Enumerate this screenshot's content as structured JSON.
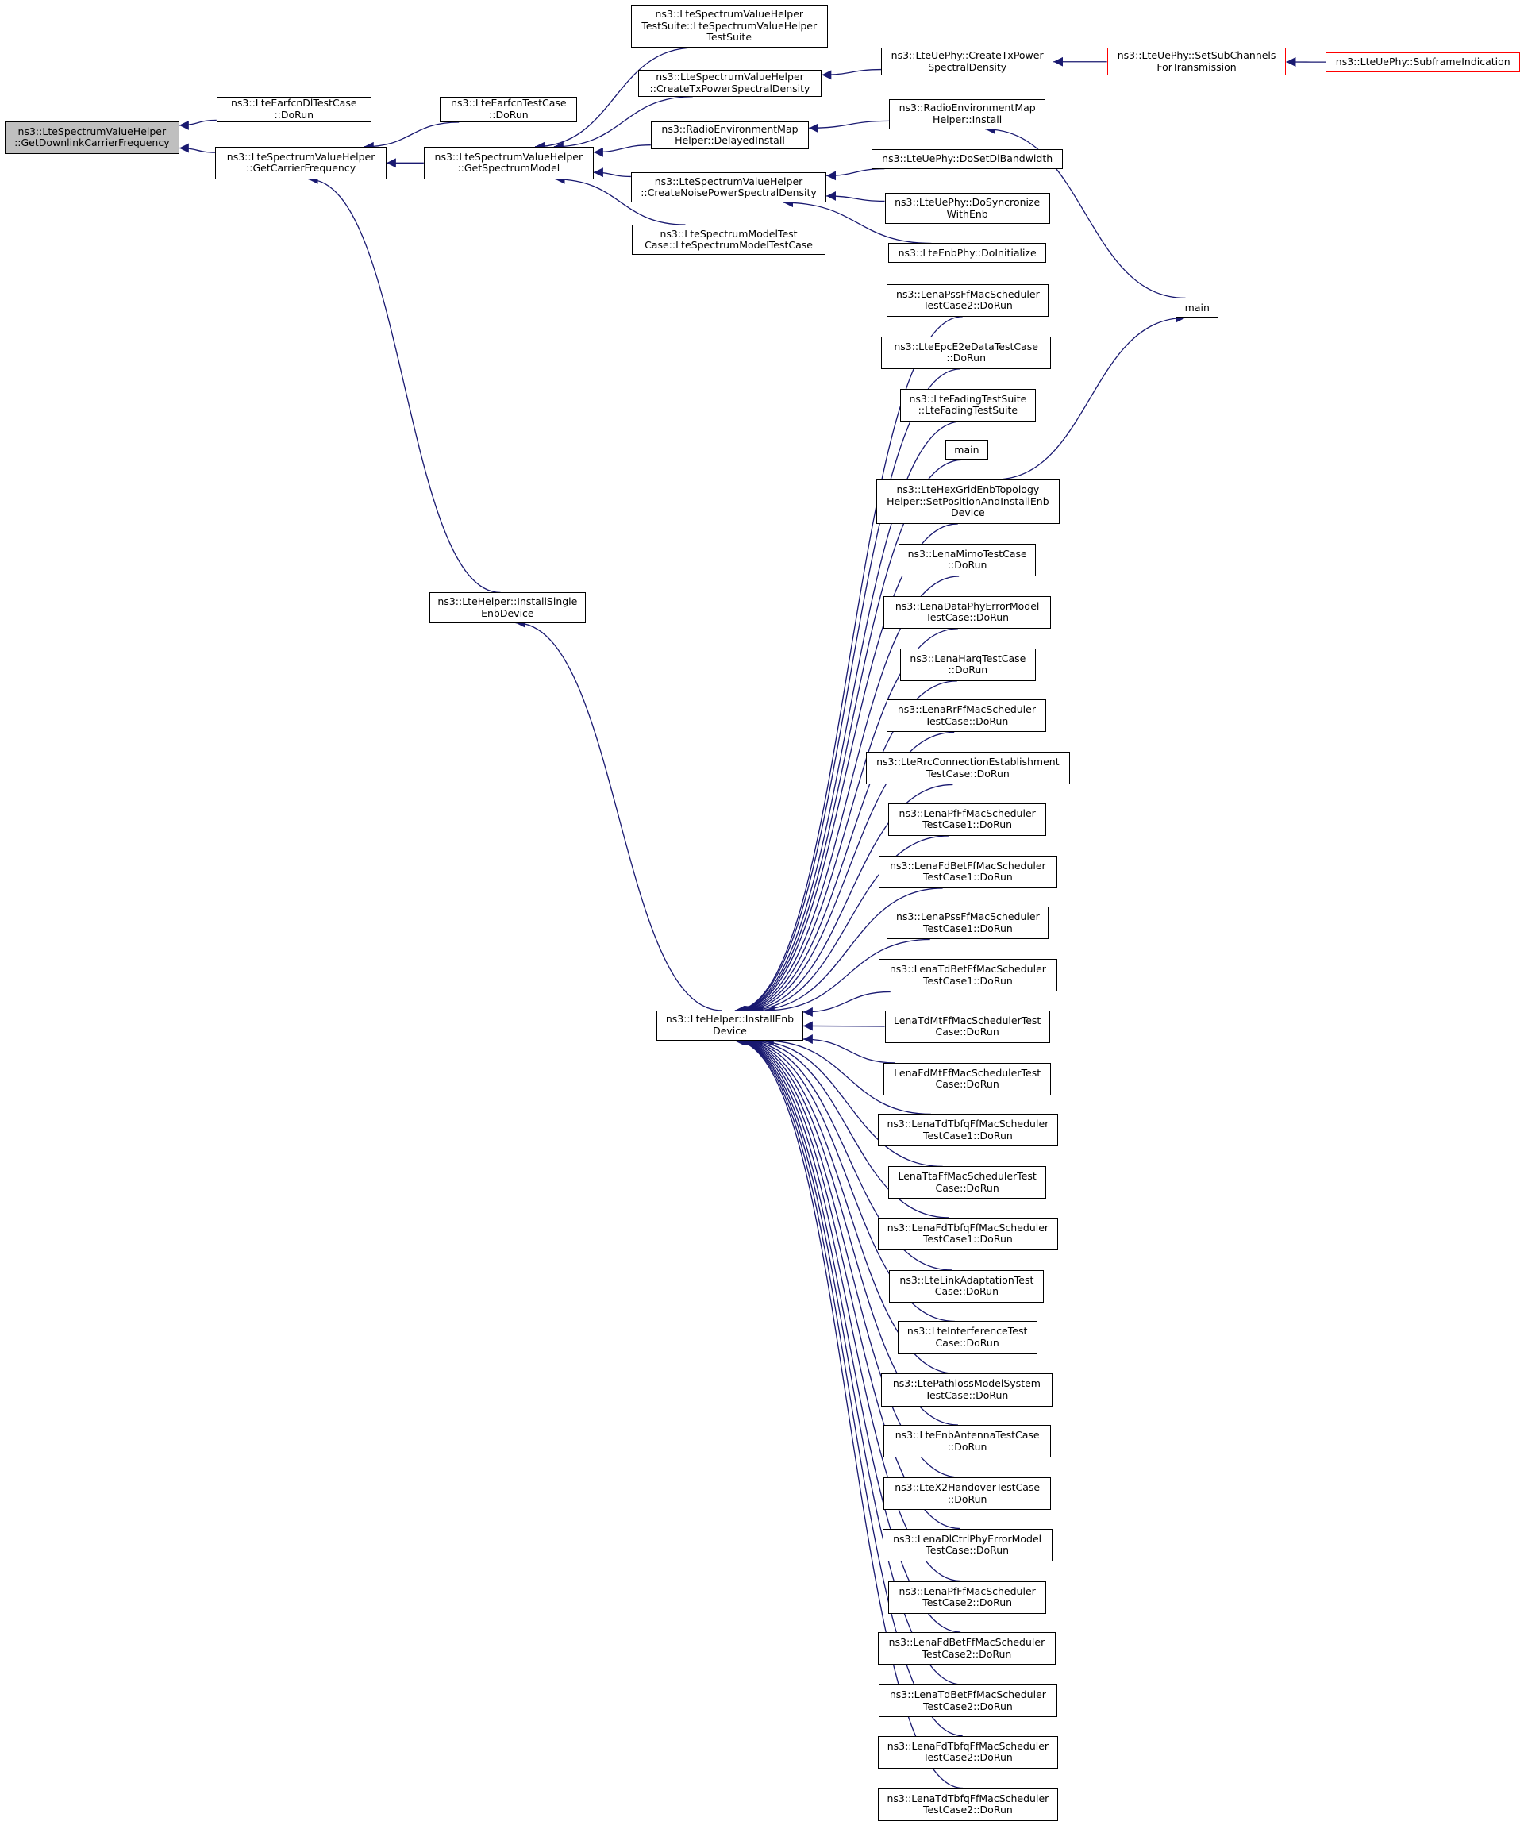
{
  "colors": {
    "edge": "#191970",
    "box_border": "#000000",
    "truncated_border": "#ff0000",
    "focus_fill": "#bfbfbf",
    "background": "#ffffff"
  },
  "nodes": {
    "n0": [
      "ns3::LteSpectrumValueHelper",
      "::GetDownlinkCarrierFrequency"
    ],
    "n1": [
      "ns3::LteEarfcnDlTestCase",
      "::DoRun"
    ],
    "n2": [
      "ns3::LteSpectrumValueHelper",
      "::GetCarrierFrequency"
    ],
    "n3": [
      "ns3::LteEarfcnTestCase",
      "::DoRun"
    ],
    "n4": [
      "ns3::LteSpectrumValueHelper",
      "::GetSpectrumModel"
    ],
    "n5": [
      "ns3::LteHelper::InstallSingle",
      "EnbDevice"
    ],
    "n6": [
      "ns3::LteSpectrumValueHelper",
      "TestSuite::LteSpectrumValueHelper",
      "TestSuite"
    ],
    "n7": [
      "ns3::LteSpectrumValueHelper",
      "::CreateTxPowerSpectralDensity"
    ],
    "n8": [
      "ns3::RadioEnvironmentMap",
      "Helper::DelayedInstall"
    ],
    "n9": [
      "ns3::LteSpectrumValueHelper",
      "::CreateNoisePowerSpectralDensity"
    ],
    "n10": [
      "ns3::LteSpectrumModelTest",
      "Case::LteSpectrumModelTestCase"
    ],
    "n11": [
      "ns3::LteUePhy::CreateTxPower",
      "SpectralDensity"
    ],
    "n12": [
      "ns3::LteUePhy::SetSubChannels",
      "ForTransmission"
    ],
    "n13": [
      "ns3::LteUePhy::SubframeIndication"
    ],
    "n14": [
      "ns3::RadioEnvironmentMap",
      "Helper::Install"
    ],
    "n15": [
      "ns3::LteUePhy::DoSetDlBandwidth"
    ],
    "n16": [
      "ns3::LteUePhy::DoSyncronize",
      "WithEnb"
    ],
    "n17": [
      "ns3::LteEnbPhy::DoInitialize"
    ],
    "n18": [
      "main"
    ],
    "n19": [
      "ns3::LteHelper::InstallEnb",
      "Device"
    ],
    "c0": [
      "ns3::LenaPssFfMacScheduler",
      "TestCase2::DoRun"
    ],
    "c1": [
      "ns3::LteEpcE2eDataTestCase",
      "::DoRun"
    ],
    "c2": [
      "ns3::LteFadingTestSuite",
      "::LteFadingTestSuite"
    ],
    "c3": [
      "main"
    ],
    "c4": [
      "ns3::LteHexGridEnbTopology",
      "Helper::SetPositionAndInstallEnb",
      "Device"
    ],
    "c5": [
      "ns3::LenaMimoTestCase",
      "::DoRun"
    ],
    "c6": [
      "ns3::LenaDataPhyErrorModel",
      "TestCase::DoRun"
    ],
    "c7": [
      "ns3::LenaHarqTestCase",
      "::DoRun"
    ],
    "c8": [
      "ns3::LenaRrFfMacScheduler",
      "TestCase::DoRun"
    ],
    "c9": [
      "ns3::LteRrcConnectionEstablishment",
      "TestCase::DoRun"
    ],
    "c10": [
      "ns3::LenaPfFfMacScheduler",
      "TestCase1::DoRun"
    ],
    "c11": [
      "ns3::LenaFdBetFfMacScheduler",
      "TestCase1::DoRun"
    ],
    "c12": [
      "ns3::LenaPssFfMacScheduler",
      "TestCase1::DoRun"
    ],
    "c13": [
      "ns3::LenaTdBetFfMacScheduler",
      "TestCase1::DoRun"
    ],
    "c14": [
      "LenaTdMtFfMacSchedulerTest",
      "Case::DoRun"
    ],
    "c15": [
      "LenaFdMtFfMacSchedulerTest",
      "Case::DoRun"
    ],
    "c16": [
      "ns3::LenaTdTbfqFfMacScheduler",
      "TestCase1::DoRun"
    ],
    "c17": [
      "LenaTtaFfMacSchedulerTest",
      "Case::DoRun"
    ],
    "c18": [
      "ns3::LenaFdTbfqFfMacScheduler",
      "TestCase1::DoRun"
    ],
    "c19": [
      "ns3::LteLinkAdaptationTest",
      "Case::DoRun"
    ],
    "c20": [
      "ns3::LteInterferenceTest",
      "Case::DoRun"
    ],
    "c21": [
      "ns3::LtePathlossModelSystem",
      "TestCase::DoRun"
    ],
    "c22": [
      "ns3::LteEnbAntennaTestCase",
      "::DoRun"
    ],
    "c23": [
      "ns3::LteX2HandoverTestCase",
      "::DoRun"
    ],
    "c24": [
      "ns3::LenaDlCtrlPhyErrorModel",
      "TestCase::DoRun"
    ],
    "c25": [
      "ns3::LenaPfFfMacScheduler",
      "TestCase2::DoRun"
    ],
    "c26": [
      "ns3::LenaFdBetFfMacScheduler",
      "TestCase2::DoRun"
    ],
    "c27": [
      "ns3::LenaTdBetFfMacScheduler",
      "TestCase2::DoRun"
    ],
    "c28": [
      "ns3::LenaFdTbfqFfMacScheduler",
      "TestCase2::DoRun"
    ],
    "c29": [
      "ns3::LenaTdTbfqFfMacScheduler",
      "TestCase2::DoRun"
    ]
  },
  "edges": [
    [
      "n1",
      "n0"
    ],
    [
      "n2",
      "n0"
    ],
    [
      "n3",
      "n2"
    ],
    [
      "n4",
      "n2"
    ],
    [
      "n5",
      "n2"
    ],
    [
      "n6",
      "n4"
    ],
    [
      "n7",
      "n4"
    ],
    [
      "n8",
      "n4"
    ],
    [
      "n9",
      "n4"
    ],
    [
      "n10",
      "n4"
    ],
    [
      "n11",
      "n7"
    ],
    [
      "n12",
      "n11"
    ],
    [
      "n13",
      "n12"
    ],
    [
      "n14",
      "n8"
    ],
    [
      "n18",
      "n14"
    ],
    [
      "n15",
      "n9"
    ],
    [
      "n16",
      "n9"
    ],
    [
      "n17",
      "n9"
    ],
    [
      "n19",
      "n5"
    ],
    [
      "c0",
      "n19"
    ],
    [
      "c1",
      "n19"
    ],
    [
      "c2",
      "n19"
    ],
    [
      "c3",
      "n19"
    ],
    [
      "c4",
      "n19"
    ],
    [
      "c5",
      "n19"
    ],
    [
      "c6",
      "n19"
    ],
    [
      "c7",
      "n19"
    ],
    [
      "c8",
      "n19"
    ],
    [
      "c9",
      "n19"
    ],
    [
      "c10",
      "n19"
    ],
    [
      "c11",
      "n19"
    ],
    [
      "c12",
      "n19"
    ],
    [
      "c13",
      "n19"
    ],
    [
      "c14",
      "n19"
    ],
    [
      "c15",
      "n19"
    ],
    [
      "c16",
      "n19"
    ],
    [
      "c17",
      "n19"
    ],
    [
      "c18",
      "n19"
    ],
    [
      "c19",
      "n19"
    ],
    [
      "c20",
      "n19"
    ],
    [
      "c21",
      "n19"
    ],
    [
      "c22",
      "n19"
    ],
    [
      "c23",
      "n19"
    ],
    [
      "c24",
      "n19"
    ],
    [
      "c25",
      "n19"
    ],
    [
      "c26",
      "n19"
    ],
    [
      "c27",
      "n19"
    ],
    [
      "c28",
      "n19"
    ],
    [
      "c29",
      "n19"
    ],
    [
      "c4",
      "n18"
    ]
  ]
}
